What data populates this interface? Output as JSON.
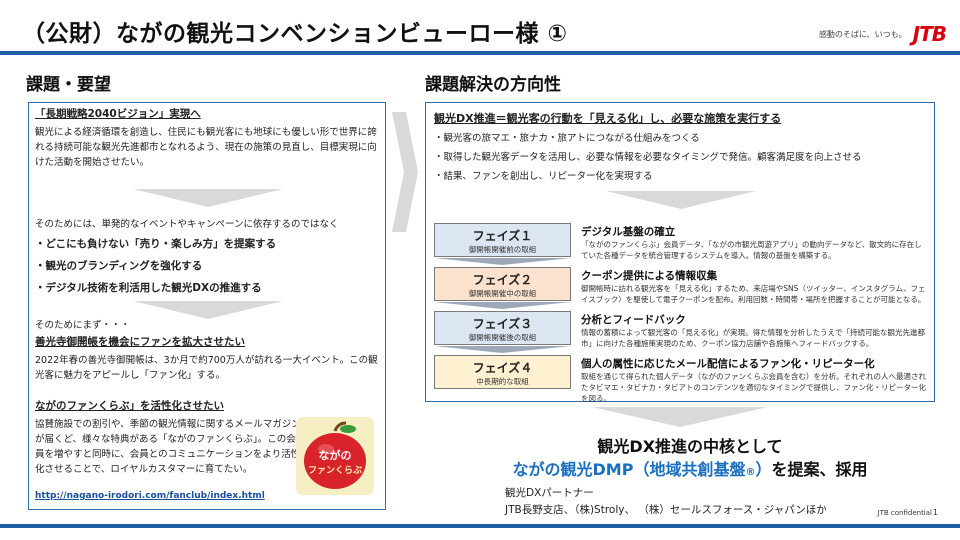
{
  "header": {
    "title": "（公財）ながの観光コンベンションビューロー様 ①",
    "tagline": "感動のそばに、いつも。",
    "logo_text": "JTB"
  },
  "left": {
    "heading": "課題・要望",
    "vision_title": "「長期戦略2040ビジョン」実現へ",
    "vision_body": "観光による経済循環を創造し、住民にも観光客にも地球にも優しい形で世界に誇れる持続可能な観光先進都市となれるよう、現在の施策の見直し、目標実現に向けた活動を開始させたい。",
    "intro": "そのためには、単発的なイベントやキャンペーンに依存するのではなく",
    "bullets": [
      "・どこにも負けない「売り・楽しみ方」を提案する",
      "・観光のブランディングを強化する",
      "・デジタル技術を利活用した観光DXの推進する"
    ],
    "first": "そのためにまず・・・",
    "zenkoji_title": "善光寺御開帳を機会にファンを拡大させたい",
    "zenkoji_body": "2022年春の善光寺御開帳は、3か月で約700万人が訪れる一大イベント。この観光客に魅力をアピールし「ファン化」する。",
    "club_title": "ながのファンくらぶ」を活性化させたい",
    "club_body": "協賛施設での割引や、季節の観光情報に関するメールマガジンが届くど、様々な特典がある「ながのファンくらぶ」。この会員を増やすと同時に、会員とのコミュニケーションをより活性化させることで、ロイヤルカスタマーに育てたい。",
    "club_url": "http://nagano-irodori.com/fanclub/index.html",
    "mascot_label": "ながの ファンくらぶ"
  },
  "right": {
    "heading": "課題解決の方向性",
    "main_title": "観光DX推進＝観光客の行動を「見える化」し、必要な施策を実行する",
    "points": [
      "・観光客の旅マエ・旅ナカ・旅アトにつながる仕組みをつくる",
      "・取得した観光客データを活用し、必要な情報を必要なタイミングで発信。顧客満足度を向上させる",
      "・結果、ファンを創出し、リピーター化を実現する"
    ],
    "phases": [
      {
        "name": "フェイズ１",
        "sub": "御開帳開催前の取組",
        "title": "デジタル基盤の確立",
        "desc": "「ながのファンくらぶ」会員データ、「ながの市観光周遊アプリ」の動向データなど、散文的に存在していた各種データを統合管理するシステムを導入。情報の基盤を構築する。",
        "color": "#dce6f2"
      },
      {
        "name": "フェイズ２",
        "sub": "御開帳開催中の取組",
        "title": "クーポン提供による情報収集",
        "desc": "御開帳時に訪れる観光客を「見える化」するため、来店場やSNS（ツイッター、インスタグラム、フェイスブック）を駆使して電子クーポンを配布。利用回数・時間帯・場所を把握することが可能となる。",
        "color": "#fbe2cf"
      },
      {
        "name": "フェイズ３",
        "sub": "御開帳開催後の取組",
        "title": "分析とフィードバック",
        "desc": "情報の蓄積によって観光客の「見える化」が実現。得た情報を分析したうえで「持続可能な観光先進都市」に向けた各種施策実現のため、クーポン協力店舗や各施策へフィードバックする。",
        "color": "#dce6f2"
      },
      {
        "name": "フェイズ４",
        "sub": "中長期的な取組",
        "title": "個人の属性に応じたメール配信によるファン化・リピーター化",
        "desc": "取組を通じて得られた個人データ（ながのファンくらぶ会員を含む）を分析。それぞれの人へ最適されたタビマエ・タビナカ・タビアトのコンテンツを適切なタイミングで提供し、ファン化・リピーター化を図る。",
        "color": "#fdf1d2"
      }
    ]
  },
  "conclusion": {
    "line1": "観光DX推進の中核として",
    "line2_blue": "ながの観光DMP（地域共創基盤",
    "line2_reg": "®",
    "line2_blue_end": "）",
    "line2_end": "を提案、採用",
    "partner_label": "観光DXパートナー",
    "partners": "JTB長野支店、（株)Stroly、 （株）セールスフォース・ジャパンほか"
  },
  "footer": {
    "confidential": "JTB confidential",
    "page": "1"
  }
}
